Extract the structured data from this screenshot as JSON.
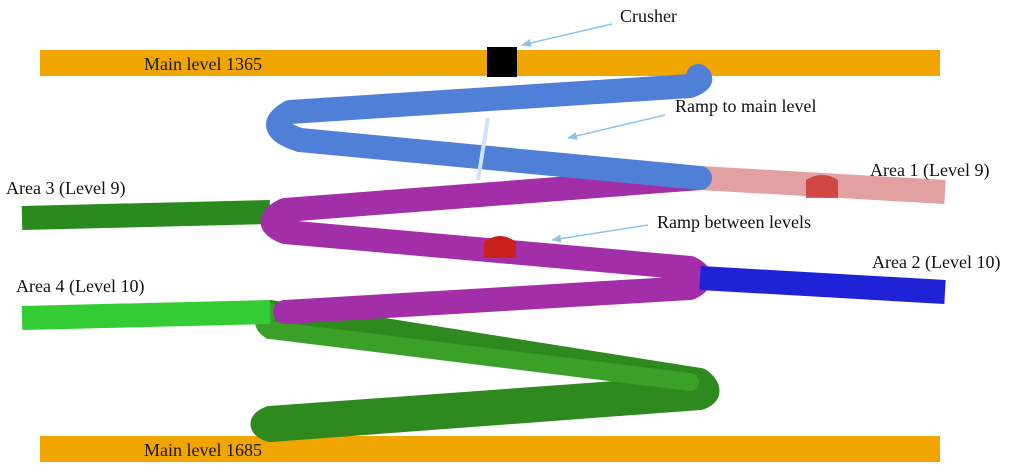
{
  "labels": {
    "main_level_top": "Main level 1365",
    "main_level_bottom": "Main level 1685",
    "crusher": "Crusher",
    "ramp_main": "Ramp to main level",
    "ramp_between": "Ramp between levels",
    "area1": "Area 1 (Level 9)",
    "area2": "Area 2 (Level 10)",
    "area3": "Area 3 (Level 9)",
    "area4": "Area 4 (Level 10)"
  },
  "colors": {
    "main_level": "#f0a500",
    "crusher": "#000000",
    "ramp_to_main": "#4f7fd6",
    "ramp_between_levels": "#a22ea8",
    "lower_ramp": "#2e8a1e",
    "area1": "#e3a0a3",
    "area2": "#1f22d6",
    "area3": "#2b8a1f",
    "area4": "#34cc34",
    "refuge_chamber": "#c8201a",
    "pointer": "#8fc3e6"
  }
}
